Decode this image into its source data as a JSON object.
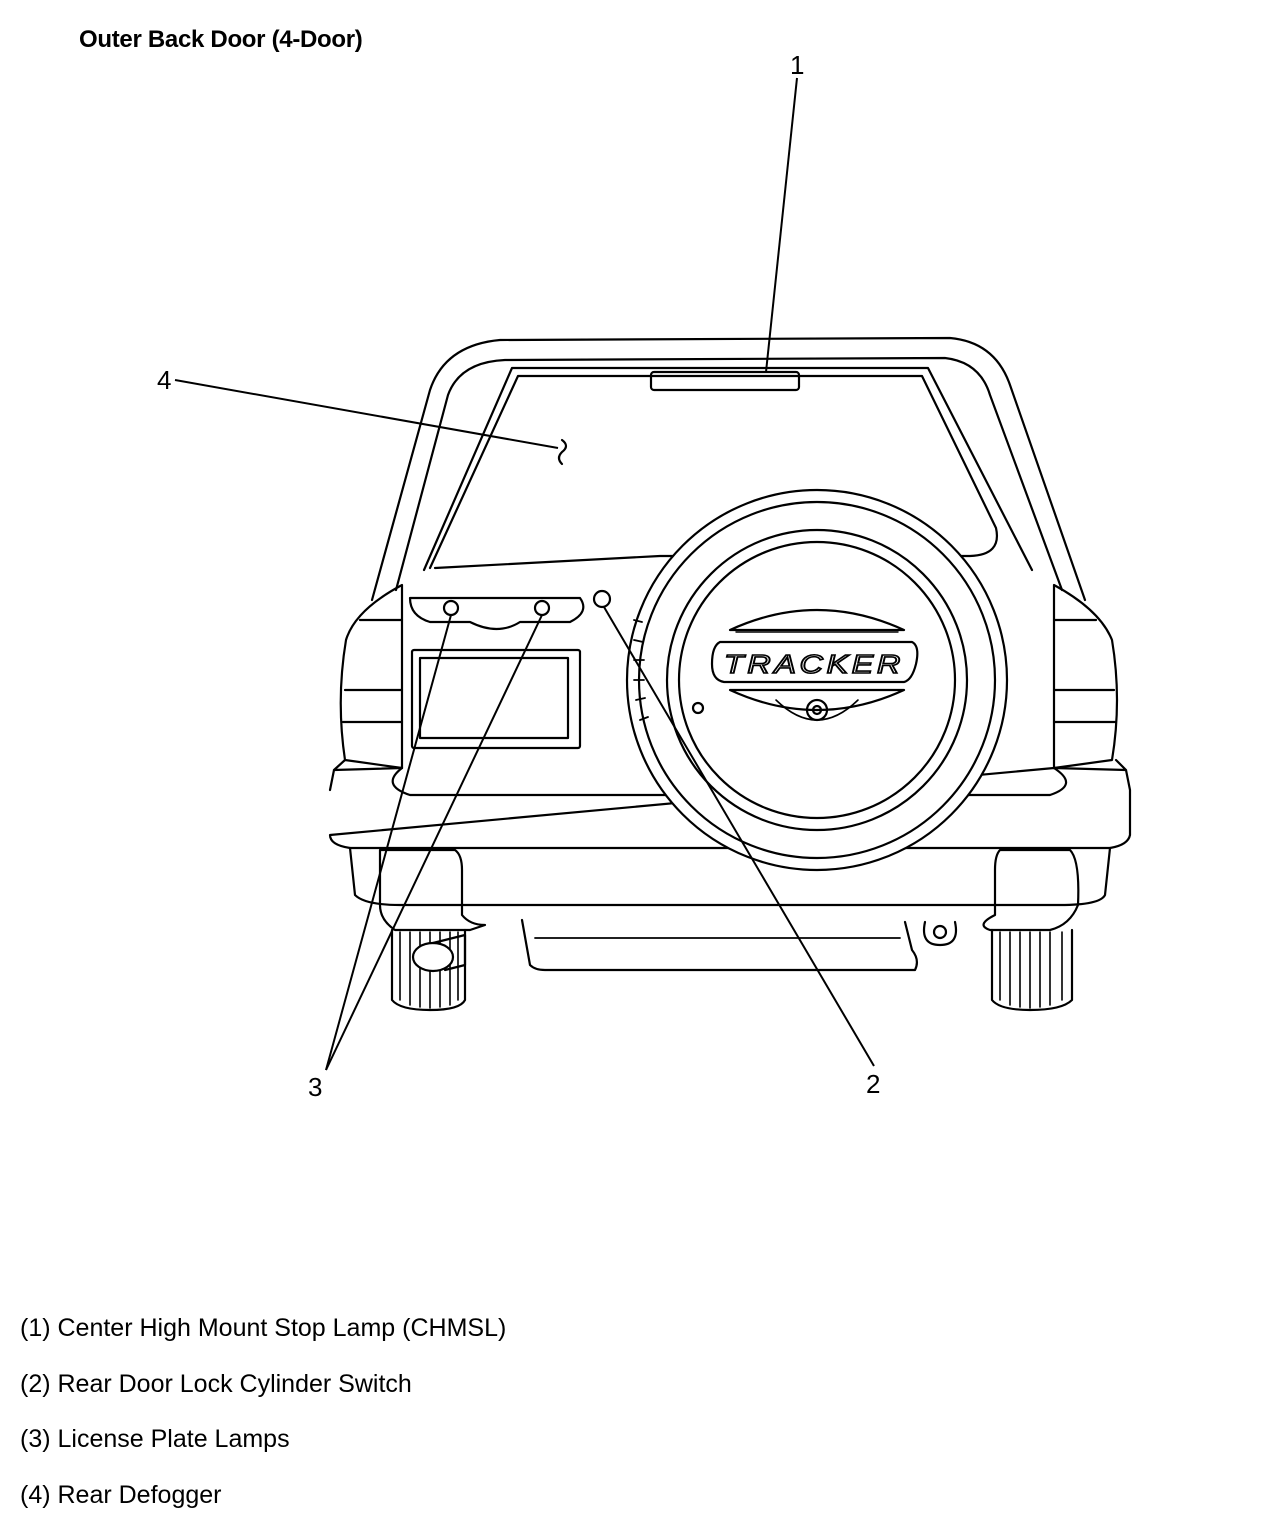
{
  "title": "Outer Back Door (4-Door)",
  "callouts": {
    "c1": "1",
    "c2": "2",
    "c3": "3",
    "c4": "4"
  },
  "badge_text": "TRACKER",
  "legend": [
    "(1) Center High Mount Stop Lamp (CHMSL)",
    "(2) Rear Door Lock Cylinder Switch",
    "(3) License Plate Lamps",
    "(4) Rear Defogger"
  ]
}
